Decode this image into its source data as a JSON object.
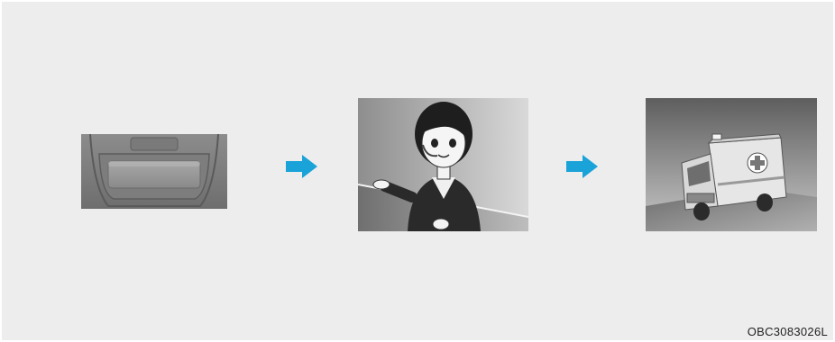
{
  "figure_code": "OBC3083026L",
  "icons": {
    "panel_1": "overhead-sos-button",
    "panel_2": "call-center-operator",
    "panel_3": "ambulance",
    "arrow": "right-arrow-icon"
  },
  "colors": {
    "background": "#ededed",
    "arrow": "#1aa3d9"
  }
}
